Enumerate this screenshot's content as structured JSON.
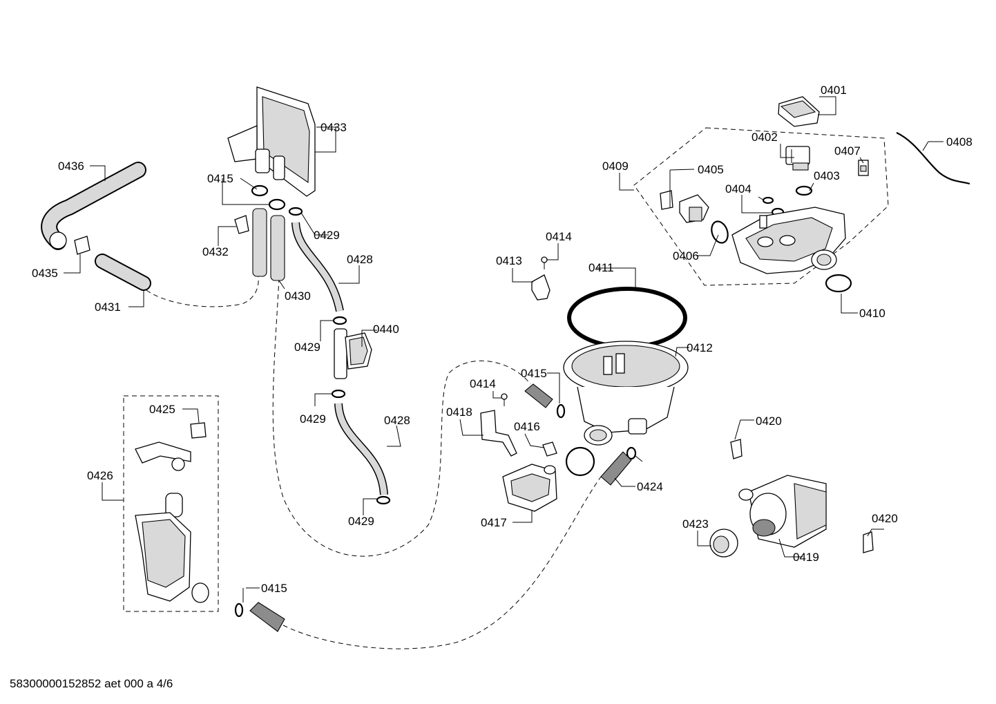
{
  "document_id": "58300000152852 aet 000 a 4/6",
  "labels": {
    "p0401": "0401",
    "p0402": "0402",
    "p0403": "0403",
    "p0404": "0404",
    "p0405": "0405",
    "p0406": "0406",
    "p0407": "0407",
    "p0408": "0408",
    "p0409": "0409",
    "p0410": "0410",
    "p0411": "0411",
    "p0412": "0412",
    "p0413": "0413",
    "p0414a": "0414",
    "p0414b": "0414",
    "p0415a": "0415",
    "p0415b": "0415",
    "p0415c": "0415",
    "p0416": "0416",
    "p0417": "0417",
    "p0418": "0418",
    "p0419": "0419",
    "p0420a": "0420",
    "p0420b": "0420",
    "p0423": "0423",
    "p0424": "0424",
    "p0425": "0425",
    "p0426": "0426",
    "p0428a": "0428",
    "p0428b": "0428",
    "p0429a": "0429",
    "p0429b": "0429",
    "p0429c": "0429",
    "p0429d": "0429",
    "p0430": "0430",
    "p0431": "0431",
    "p0432": "0432",
    "p0433": "0433",
    "p0435": "0435",
    "p0436": "0436",
    "p0440": "0440"
  }
}
